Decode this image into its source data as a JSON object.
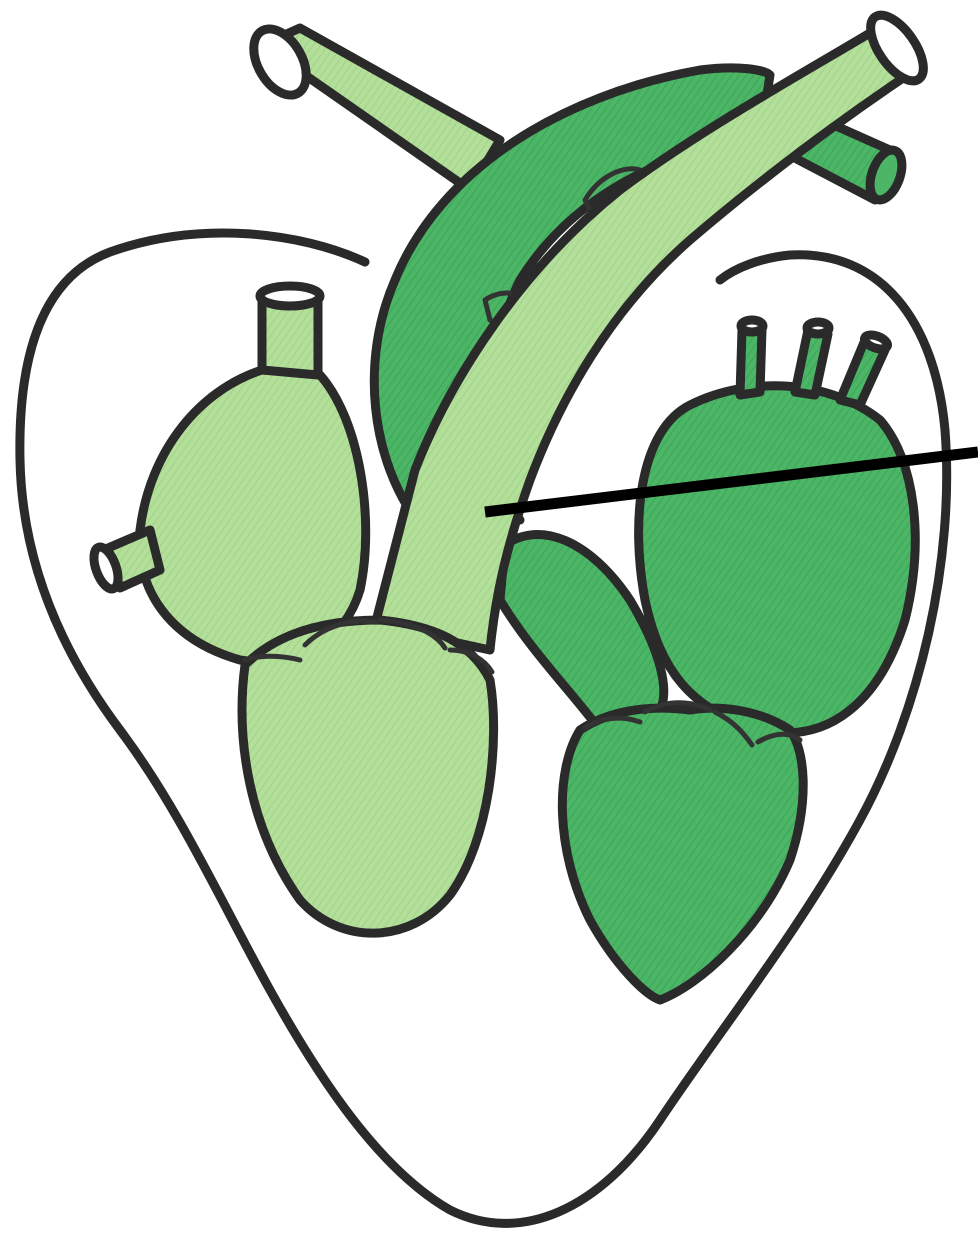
{
  "diagram": {
    "subject": "heart",
    "colors": {
      "background": "#ffffff",
      "outline": "#2a2a2a",
      "light_green": "#a6d98e",
      "light_green_mid": "#b7e19f",
      "dark_green": "#3fae5d",
      "dark_green_mid": "#55b96c",
      "pointer_line": "#000000"
    },
    "icons": [
      "heart-outline",
      "pulmonary-artery",
      "aorta",
      "right-atrium",
      "right-ventricle",
      "left-atrium",
      "left-ventricle",
      "label-pointer"
    ],
    "labels": []
  }
}
